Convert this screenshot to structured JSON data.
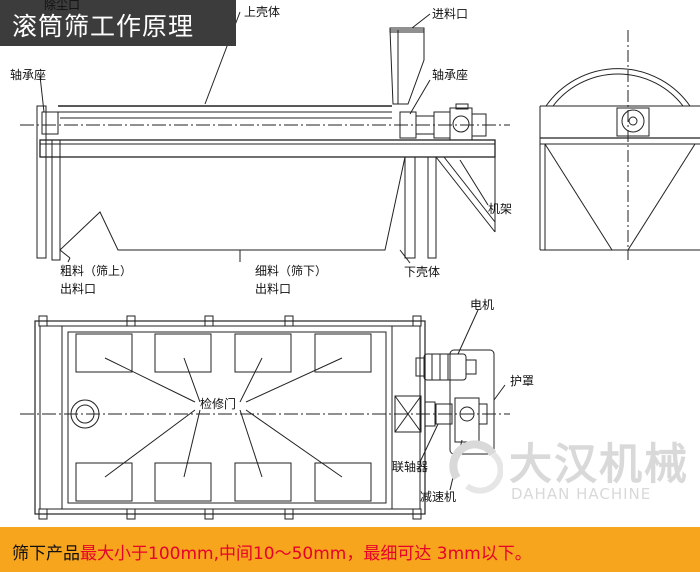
{
  "title": "滚筒筛工作原理",
  "labels": {
    "dust_outlet": "除尘口",
    "upper_shell": "上壳体",
    "feed_inlet": "进料口",
    "bearing_left": "轴承座",
    "bearing_right": "轴承座",
    "frame": "机架",
    "coarse_outlet_1": "粗料（筛上）",
    "coarse_outlet_2": "出料口",
    "fine_outlet_1": "细料（筛下）",
    "fine_outlet_2": "出料口",
    "lower_shell": "下壳体",
    "motor": "电机",
    "guard": "护罩",
    "inspection_door": "检修门",
    "coupling": "联轴器",
    "reducer": "减速机"
  },
  "watermark": {
    "cn": "大汉机械",
    "en": "DAHAN HACHINE"
  },
  "footer": {
    "label": "筛下产品",
    "detail": "最大小于100mm,中间10～50mm，最细可达 3mm以下。"
  },
  "colors": {
    "footer_bg": "#f7a51c",
    "accent_red": "#e8002a",
    "title_bg": "#3c3c3c"
  }
}
